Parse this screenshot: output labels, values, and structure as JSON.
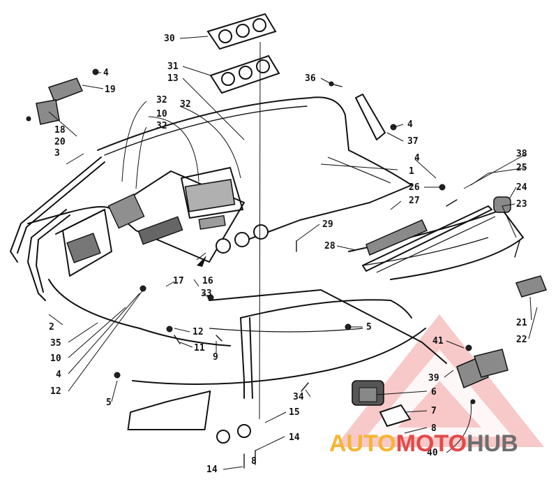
{
  "parts": [
    "30",
    "31",
    "13",
    "4",
    "19",
    "18",
    "20",
    "3",
    "32",
    "10",
    "32",
    "32",
    "36",
    "4",
    "37",
    "38",
    "4",
    "25",
    "1",
    "26",
    "24",
    "27",
    "23",
    "29",
    "28",
    "33",
    "16",
    "17",
    "12",
    "11",
    "9",
    "5",
    "21",
    "22",
    "2",
    "35",
    "10",
    "4",
    "12",
    "5",
    "41",
    "39",
    "6",
    "7",
    "8",
    "40",
    "34",
    "15",
    "14",
    "14",
    "8"
  ],
  "watermark": {
    "part1": "AUTO",
    "part2": "MOTO",
    "part3": "HUB",
    "color1": "#f5b533",
    "color2": "#e24a4a",
    "color3": "#6e6e6e"
  }
}
